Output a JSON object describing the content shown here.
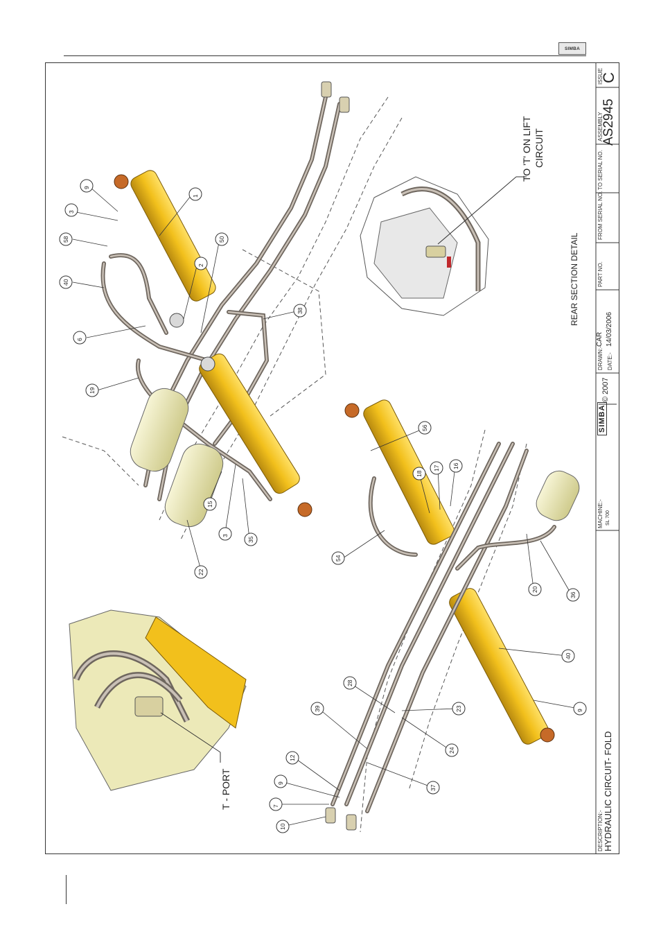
{
  "header": {
    "logo_text": "SIMBA"
  },
  "title_block": {
    "description_label": "DESCRIPTION:-",
    "description": "HYDRAULIC CIRCUIT- FOLD",
    "machine_label": "MACHINE:-",
    "machine": "SL 700",
    "brand": "SIMBA",
    "copyright": "© 2007",
    "drawn_label": "DRAWN:-",
    "drawn": "CAR",
    "date_label": "DATE:-",
    "date": "14/03/2006",
    "part_no_label": "PART NO.",
    "from_serial_label": "FROM SERIAL NO.",
    "to_serial_label": "TO SERIAL NO.",
    "assembly_label": "ASSEMBLY",
    "assembly": "AS2945",
    "issue_label": "ISSUE",
    "issue": "C"
  },
  "annotations": {
    "t_port": "T - PORT",
    "to_t_line1": "TO 'T' ON LIFT",
    "to_t_line2": "CIRCUIT",
    "rear_detail": "REAR SECTION DETAIL"
  },
  "colors": {
    "cylinder": "#f2c01c",
    "cylinder_dark": "#b88a10",
    "hose": "#8b8178",
    "hose_light": "#c9c0b6",
    "tank": "#ece9b8",
    "rod_end": "#c66a28"
  },
  "callouts": [
    {
      "label": "9"
    },
    {
      "label": "3"
    },
    {
      "label": "58"
    },
    {
      "label": "40"
    },
    {
      "label": "6"
    },
    {
      "label": "19"
    },
    {
      "label": "1"
    },
    {
      "label": "2"
    },
    {
      "label": "50"
    },
    {
      "label": "38"
    },
    {
      "label": "22"
    },
    {
      "label": "15"
    },
    {
      "label": "3"
    },
    {
      "label": "35"
    },
    {
      "label": "56"
    },
    {
      "label": "18"
    },
    {
      "label": "17"
    },
    {
      "label": "16"
    },
    {
      "label": "54"
    },
    {
      "label": "20"
    },
    {
      "label": "36"
    },
    {
      "label": "40"
    },
    {
      "label": "9"
    },
    {
      "label": "23"
    },
    {
      "label": "24"
    },
    {
      "label": "28"
    },
    {
      "label": "39"
    },
    {
      "label": "37"
    },
    {
      "label": "12"
    },
    {
      "label": "9"
    },
    {
      "label": "7"
    },
    {
      "label": "10"
    }
  ]
}
